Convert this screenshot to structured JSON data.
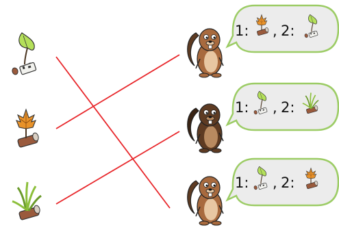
{
  "colors": {
    "line": "#e8262a",
    "bubble_fill": "#ececec",
    "bubble_stroke": "#9ccc65",
    "leaf_green": "#b4e05a",
    "maple": "#e8922a",
    "grass": "#8cbf3a",
    "branch": "#9a5a3c",
    "log": "#9a5a3c",
    "log_end": "#d9cfc3",
    "beaver_light": "#a86a3e",
    "beaver_dark": "#5e3b22",
    "belly": "#e8c7a2"
  },
  "left_items": [
    {
      "icon": "birch-leaf-on-birch-log-icon"
    },
    {
      "icon": "maple-leaf-on-wooden-log-icon"
    },
    {
      "icon": "grass-on-wooden-log-icon"
    }
  ],
  "beavers": [
    {
      "icon": "beaver-light-icon",
      "bubble": {
        "pref1_label": "1:",
        "pref1_icon": "maple-on-wood",
        "separator": ",",
        "pref2_label": "2:",
        "pref2_icon": "birch-leaf-on-birch"
      }
    },
    {
      "icon": "beaver-dark-icon",
      "bubble": {
        "pref1_label": "1:",
        "pref1_icon": "birch-leaf-on-birch",
        "separator": ",",
        "pref2_label": "2:",
        "pref2_icon": "grass-on-wood"
      }
    },
    {
      "icon": "beaver-light-icon",
      "bubble": {
        "pref1_label": "1:",
        "pref1_icon": "birch-leaf-on-birch",
        "separator": ",",
        "pref2_label": "2:",
        "pref2_icon": "maple-on-wood"
      }
    }
  ],
  "connections": [
    {
      "from_item": 0,
      "to_beaver": 2
    },
    {
      "from_item": 1,
      "to_beaver": 0
    },
    {
      "from_item": 2,
      "to_beaver": 1
    }
  ]
}
